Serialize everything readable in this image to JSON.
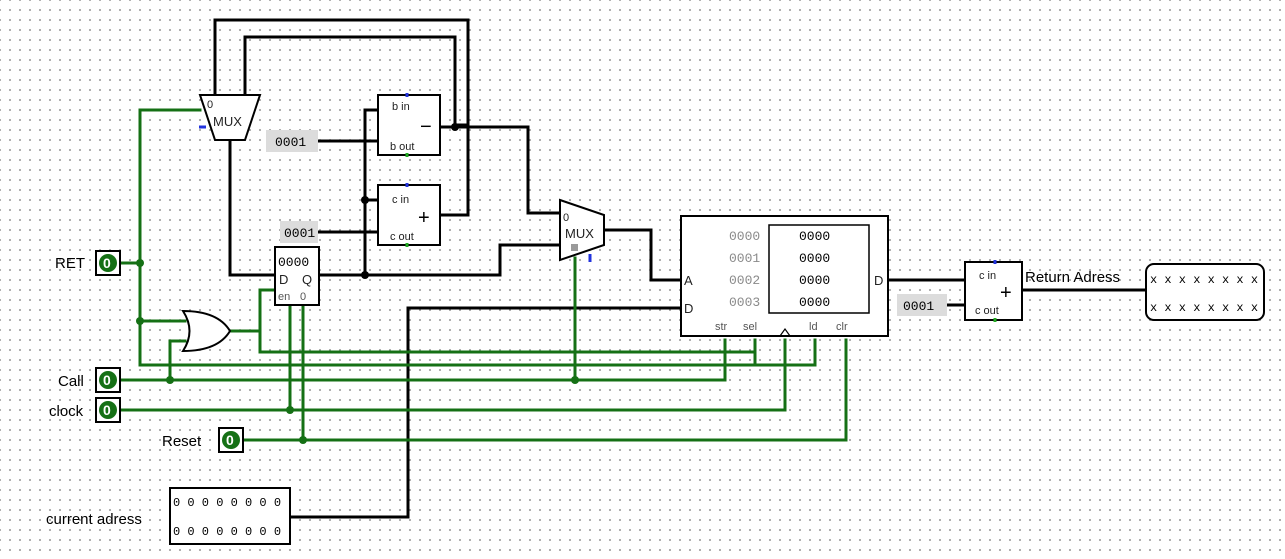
{
  "inputs": {
    "ret": {
      "label": "RET",
      "value": "0"
    },
    "call": {
      "label": "Call",
      "value": "0"
    },
    "clock": {
      "label": "clock",
      "value": "0"
    },
    "reset": {
      "label": "Reset",
      "value": "0"
    }
  },
  "mux1": {
    "label": "MUX",
    "sel_label": "0"
  },
  "mux2": {
    "label": "MUX",
    "sel_label": "0"
  },
  "subtractor": {
    "b_in": "b in",
    "b_out": "b out",
    "op": "−",
    "const": "0001"
  },
  "adder1": {
    "c_in": "c in",
    "c_out": "c out",
    "op": "+",
    "const": "0001"
  },
  "register": {
    "value": "0000",
    "d": "D",
    "q": "Q",
    "en": "en",
    "zero": "0"
  },
  "ram": {
    "addresses": [
      "0000",
      "0001",
      "0002",
      "0003"
    ],
    "values": [
      "0000",
      "0000",
      "0000",
      "0000"
    ],
    "pin_a": "A",
    "pin_d_in": "D",
    "pin_d_out": "D",
    "str": "str",
    "sel": "sel",
    "ld": "ld",
    "clr": "clr"
  },
  "adder2": {
    "c_in": "c in",
    "c_out": "c out",
    "op": "+",
    "const": "0001"
  },
  "output": {
    "label": "Return Adress",
    "row1": "x x x x x x x x",
    "row2": "x x x x x x x x"
  },
  "current": {
    "label": "current adress",
    "row1": "0 0 0 0 0 0 0 0",
    "row2": "0 0 0 0 0 0 0 0"
  },
  "colors": {
    "wire_active": "#157015",
    "wire_bus": "#000000",
    "pin_fill": "#157015"
  }
}
